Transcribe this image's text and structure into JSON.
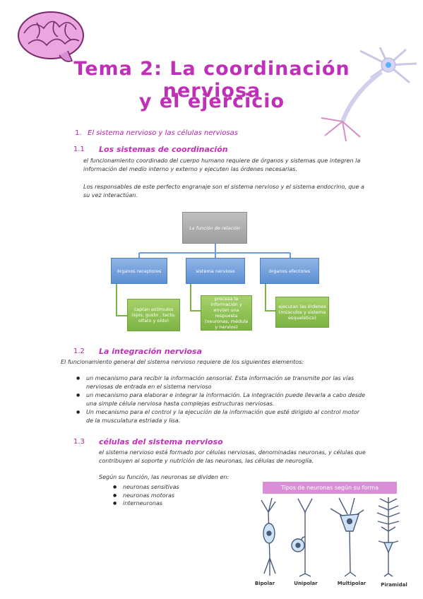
{
  "title_line1": "Tema 2: La coordinación nerviosa",
  "title_line2": "y el ejercicio",
  "section1": {
    "num": "1.",
    "heading": "El sistema nervioso y las células nerviosas"
  },
  "s11": {
    "num": "1.1",
    "heading": "Los sistemas de coordinación",
    "p1": "el funcionamiento coordinado del cuerpo humano requiere de órganos y sistemas que integren la información del medio interno y externo y ejecuten las órdenes necesarias.",
    "p2": "Los responsables de este perfecto engranaje son el sistema nervioso y el sistema endocrino, que a su vez interactúan."
  },
  "diagram": {
    "root": "La función de relación",
    "nodes": [
      "órganos receptores",
      "sistema nervioso",
      "órganos efectores"
    ],
    "leaves": [
      "captan estímulos (ojos, gusto , tacto, olfato y oído)",
      "procesa la información y envían una respuesta (neuronas, médula y nervios)",
      "ejecutan las órdenes (músculos y sistema esquelético)"
    ]
  },
  "s12": {
    "num": "1.2",
    "heading": "La integración nerviosa",
    "intro": "El funcionamiento general del sistema nervioso requiere de los siguientes elementos:",
    "bullets": [
      "un mecanismo para recibir la información sensorial. Esta información se transmite por las vías nerviosas de entrada en el sistema nervioso",
      "un mecanismo para elaborar e integrar la información. La integración puede llevarla a cabo desde una simple célula nerviosa hasta complejas estructuras nerviosas.",
      "Un mecanismo para el control y la ejecución de la información que esté dirigido al control motor de la musculatura estriada y lisa."
    ]
  },
  "s13": {
    "num": "1.3",
    "heading": "células del sistema nervioso",
    "p1": "el sistema nervioso está formado por células nerviosas, denominadas neuronas, y células que contribuyen al soporte y nutrición de las neuronas, las células de neuroglía.",
    "p2": "Según su función, las neuronas se dividen en:",
    "list": [
      "neuronas sensitivas",
      "neuronas motoras",
      "interneuronas"
    ]
  },
  "neuron_panel": {
    "title": "Tipos de neuronas según su forma",
    "labels": [
      "Bipolar",
      "Unipolar",
      "Multipolar",
      "Piramidal"
    ]
  },
  "colors": {
    "accent": "#c02fb8",
    "grey_box": "#a6a6a6",
    "blue_box": "#6f9bd9",
    "green_box": "#8bc34a"
  }
}
